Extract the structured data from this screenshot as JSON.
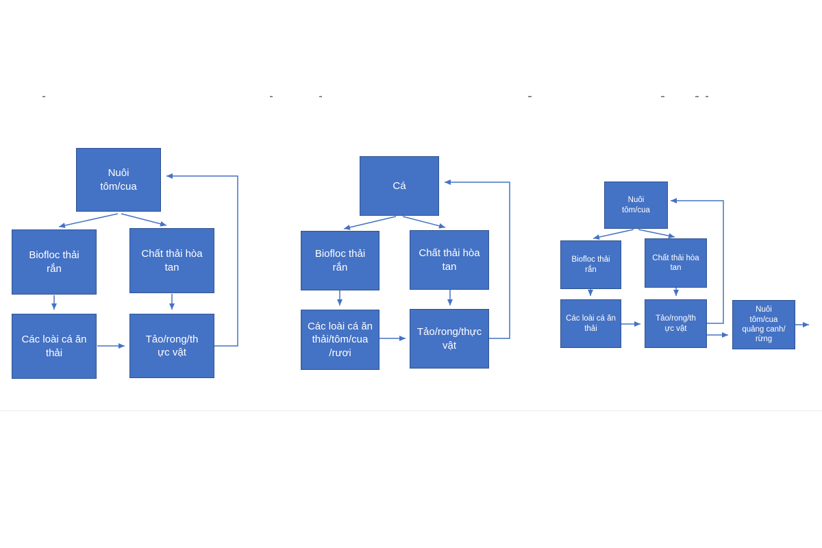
{
  "colors": {
    "box_fill": "#4472c4",
    "box_border": "#2f528f",
    "box_text": "#ffffff",
    "connector": "#4472c4",
    "separator_line": "#ececec",
    "page_background": "#ffffff",
    "fragment": "#8c8a85"
  },
  "diagrams": [
    {
      "boxes": {
        "top": "Nuôi\ntôm/cua",
        "solid_waste": "Biofloc thải\nrắn",
        "dissolved_waste": "Chất thải hòa\ntan",
        "detritivores": "Các loài cá ăn\nthải",
        "algae": "Tảo/rong/th\nực vật"
      }
    },
    {
      "boxes": {
        "top": "Cá",
        "solid_waste": "Biofloc thải\nrắn",
        "dissolved_waste": "Chất thải hòa\ntan",
        "detritivores": "Các loài cá ăn\nthải/tôm/cua\n/rươi",
        "algae": "Tảo/rong/thực\nvật"
      }
    },
    {
      "boxes": {
        "top": "Nuôi\ntôm/cua",
        "solid_waste": "Biofloc thải\nrắn",
        "dissolved_waste": "Chất thải hòa\ntan",
        "detritivores": "Các loài cá ăn\nthải",
        "algae": "Tảo/rong/th\nực vật",
        "extensive": "Nuôi\ntôm/cua\nquảng canh/\nrừng"
      }
    }
  ]
}
